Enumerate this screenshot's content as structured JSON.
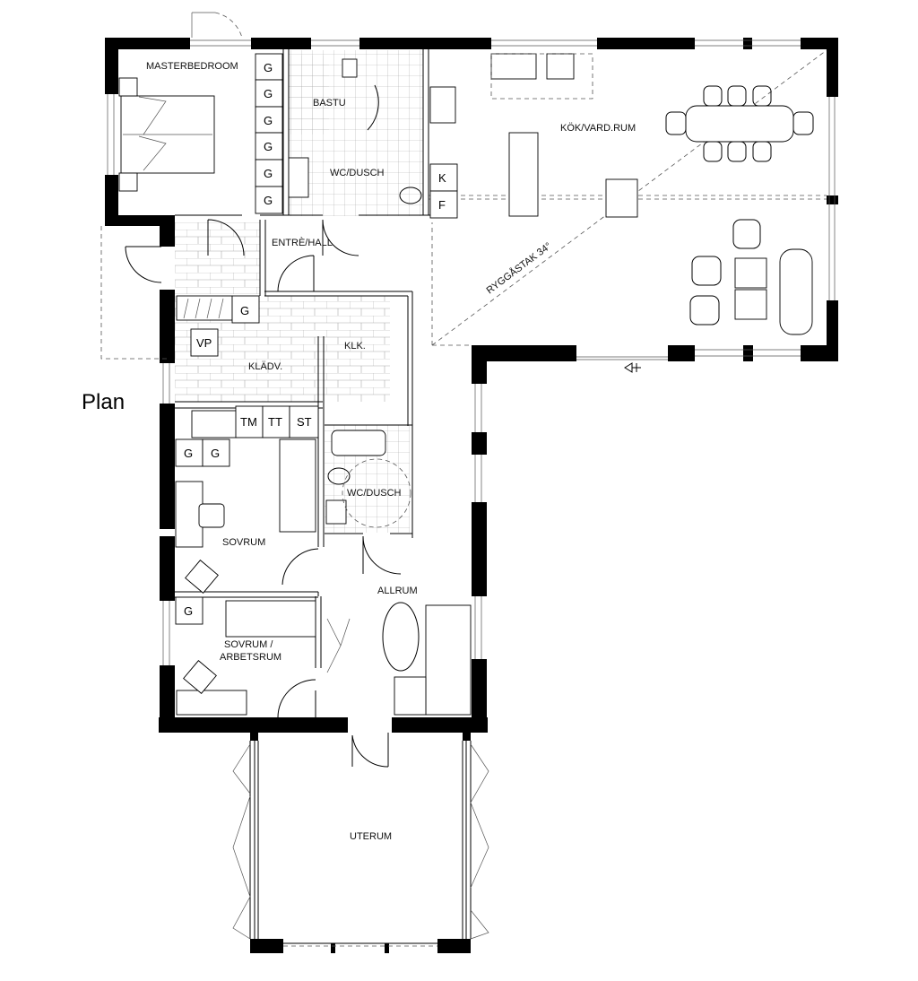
{
  "title": "Plan",
  "rooms": {
    "masterbedroom": "MASTERBEDROOM",
    "bastu": "BASTU",
    "wc_dusch_1": "WC/DUSCH",
    "entre_hall": "ENTRÈ/HALL",
    "kok_vardrum": "KÖK/VARD.RUM",
    "kladv": "KLÄDV.",
    "klk": "KLK.",
    "wc_dusch_2": "WC/DUSCH",
    "sovrum": "SOVRUM",
    "allrum": "ALLRUM",
    "sovrum_arbetsrum_1": "SOVRUM /",
    "sovrum_arbetsrum_2": "ARBETSRUM",
    "uterum": "UTERUM"
  },
  "roof_annotation": "RYGGÅSTAK 34°",
  "codes": {
    "g": "G",
    "k": "K",
    "f": "F",
    "vp": "VP",
    "tm": "TM",
    "tt": "TT",
    "st": "ST"
  }
}
